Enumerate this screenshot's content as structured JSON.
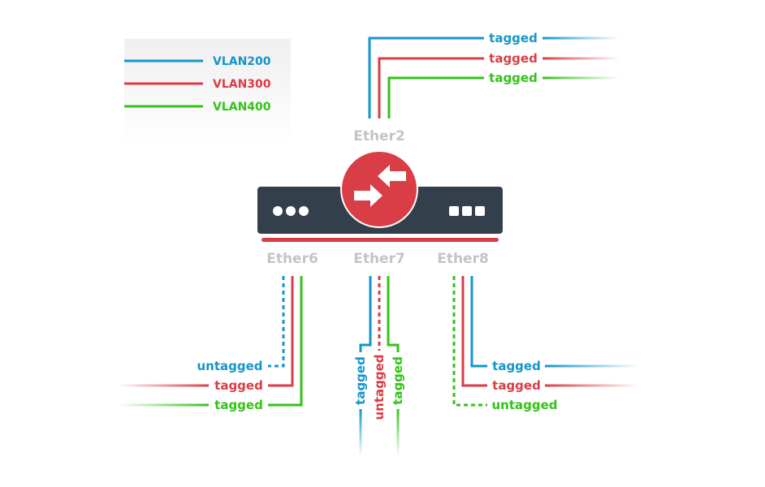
{
  "colors": {
    "vlan200": "#1596c8",
    "vlan300": "#d93d45",
    "vlan400": "#33c318",
    "device": "#333f4a",
    "device_accent": "#d93d45",
    "port_label": "#c4c4c4"
  },
  "legend": {
    "items": [
      {
        "label": "VLAN200",
        "vlan": "vlan200"
      },
      {
        "label": "VLAN300",
        "vlan": "vlan300"
      },
      {
        "label": "VLAN400",
        "vlan": "vlan400"
      }
    ]
  },
  "device": {
    "icon": "switch-arrows-icon",
    "left_indicator": "three-dots-icon",
    "right_indicator": "three-squares-icon"
  },
  "ports": {
    "ether2": {
      "name": "Ether2",
      "links": [
        {
          "vlan": "vlan200",
          "mode": "tagged"
        },
        {
          "vlan": "vlan300",
          "mode": "tagged"
        },
        {
          "vlan": "vlan400",
          "mode": "tagged"
        }
      ]
    },
    "ether6": {
      "name": "Ether6",
      "links": [
        {
          "vlan": "vlan200",
          "mode": "untagged"
        },
        {
          "vlan": "vlan300",
          "mode": "tagged"
        },
        {
          "vlan": "vlan400",
          "mode": "tagged"
        }
      ]
    },
    "ether7": {
      "name": "Ether7",
      "links": [
        {
          "vlan": "vlan200",
          "mode": "tagged"
        },
        {
          "vlan": "vlan300",
          "mode": "untagged"
        },
        {
          "vlan": "vlan400",
          "mode": "tagged"
        }
      ]
    },
    "ether8": {
      "name": "Ether8",
      "links": [
        {
          "vlan": "vlan200",
          "mode": "tagged"
        },
        {
          "vlan": "vlan300",
          "mode": "tagged"
        },
        {
          "vlan": "vlan400",
          "mode": "untagged"
        }
      ]
    }
  }
}
